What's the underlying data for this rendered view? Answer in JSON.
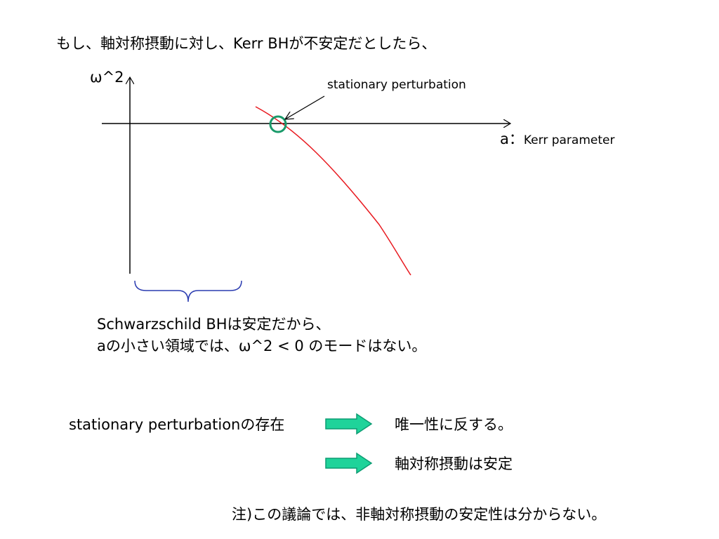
{
  "title": "もし、軸対称摂動に対し、Kerr BHが不安定だとしたら、",
  "y_axis_label": "ω^2",
  "x_axis_label": {
    "symbol": "a：",
    "description": "Kerr parameter"
  },
  "annotation": "stationary perturbation",
  "schwarzschild_lines": [
    "Schwarzschild BHは安定だから、",
    "aの小さい領域では、ω^2 < 0 のモードはない。"
  ],
  "stationary_existence": "stationary perturbationの存在",
  "results": [
    "唯一性に反する。",
    "軸対称摂動は安定"
  ],
  "note": "注)この議論では、非軸対称摂動の安定性は分からない。",
  "colors": {
    "curve": "#e8191f",
    "circle": "#1a9a6a",
    "brace": "#2a3bb0",
    "arrow_fill": "#1fd39a",
    "arrow_stroke": "#0d9c73",
    "axis": "#000000"
  }
}
